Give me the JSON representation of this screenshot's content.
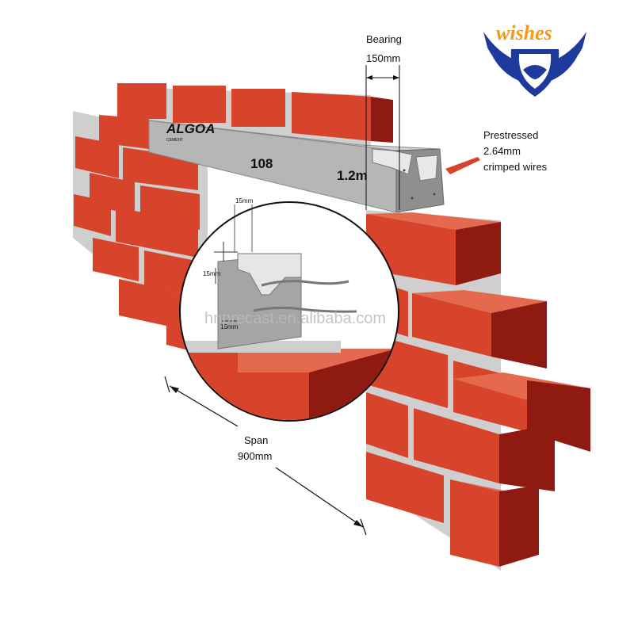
{
  "logo": {
    "text": "wishes",
    "primary_color": "#1e3a9c",
    "accent_color": "#f39a1e"
  },
  "labels": {
    "bearing_title": "Bearing",
    "bearing_value": "150mm",
    "prestressed_line1": "Prestressed",
    "prestressed_line2": "2.64mm",
    "prestressed_line3": "crimped wires",
    "span_title": "Span",
    "span_value": "900mm"
  },
  "beam": {
    "brand_line1": "ALGOA",
    "brand_line2": "CEMENT",
    "number": "108",
    "length": "1.2m"
  },
  "detail": {
    "dim_top": "15mm",
    "dim_side": "15mm",
    "dim_bottom": "15mm"
  },
  "watermark": "hnprecast.en.alibaba.com",
  "colors": {
    "brick_front": "#d8432b",
    "brick_top": "#e4694f",
    "brick_side": "#8e1a12",
    "mortar": "#cfcfcf",
    "beam_front": "#b6b6b6",
    "beam_top": "#d6d6d6",
    "beam_end": "#8f8f8f"
  }
}
